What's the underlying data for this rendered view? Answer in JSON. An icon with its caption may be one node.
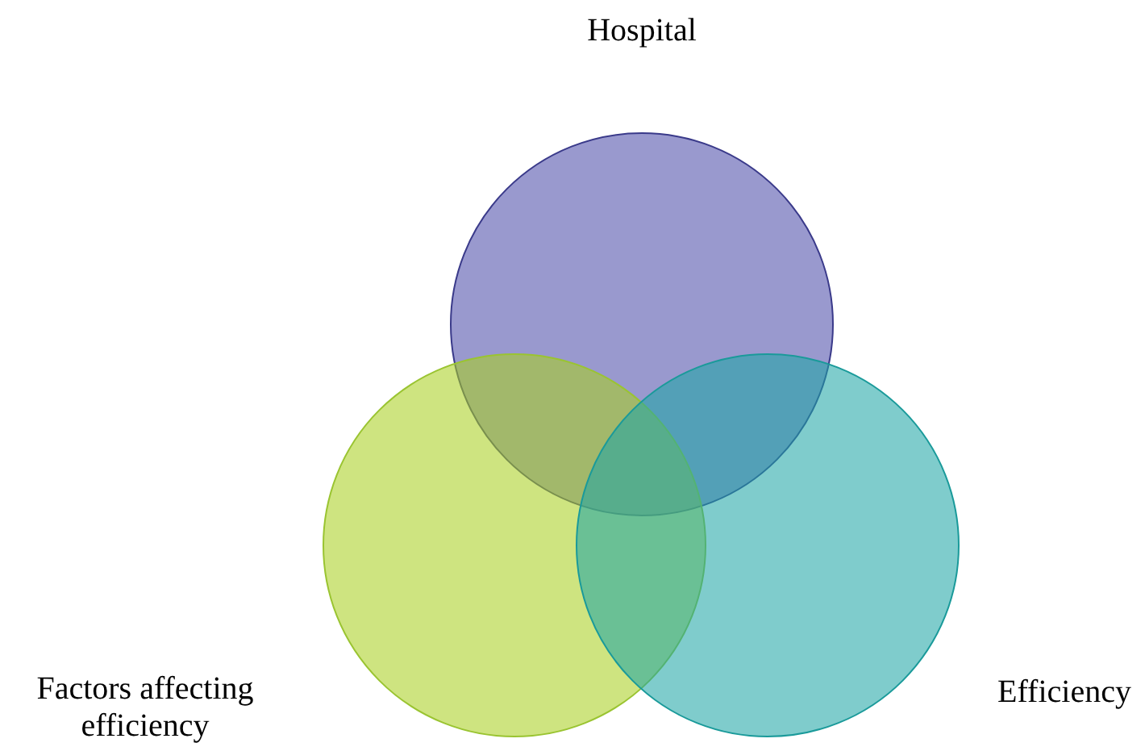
{
  "diagram": {
    "nodes": [
      {
        "text": [
          "Hospital"
        ]
      },
      {
        "text": [
          "Factors affecting efficiency"
        ]
      },
      {
        "text": [
          "Efficiency"
        ]
      }
    ]
  }
}
